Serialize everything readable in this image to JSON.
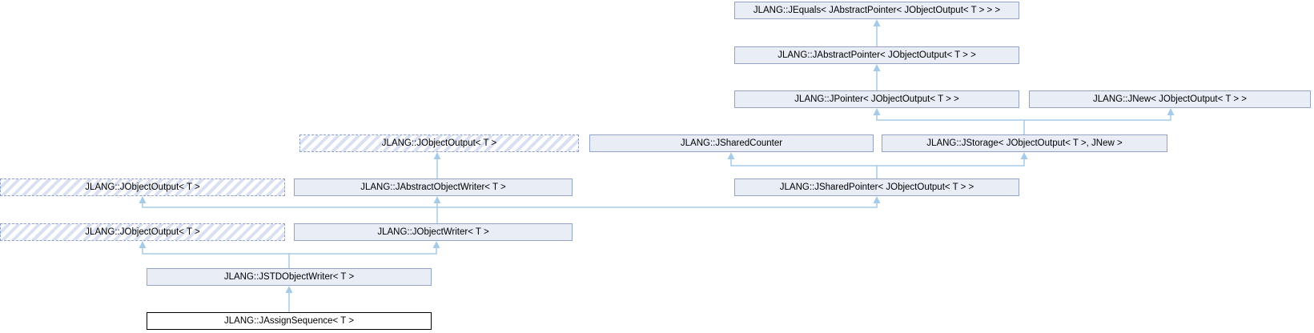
{
  "diagram": {
    "type": "class-inheritance-graph",
    "focus_class": "JLANG::JAssignSequence< T >",
    "colors": {
      "node_fill": "#e9edf6",
      "node_border": "#94a2c6",
      "hatch_stripe": "#d9e0f1",
      "hatched_border": "#8fa0c8",
      "focus_border": "#000000",
      "edge": "#a5cbe8",
      "background": "#ffffff"
    },
    "nodes": [
      {
        "label": "JLANG::JEquals< JAbstractPointer< JObjectOutput< T > > >",
        "variant": "solid"
      },
      {
        "label": "JLANG::JAbstractPointer< JObjectOutput< T > >",
        "variant": "solid"
      },
      {
        "label": "JLANG::JPointer< JObjectOutput< T > >",
        "variant": "solid"
      },
      {
        "label": "JLANG::JNew< JObjectOutput< T > >",
        "variant": "solid"
      },
      {
        "label": "JLANG::JObjectOutput< T >",
        "variant": "hatched"
      },
      {
        "label": "JLANG::JSharedCounter",
        "variant": "solid"
      },
      {
        "label": "JLANG::JStorage< JObjectOutput< T >, JNew >",
        "variant": "solid"
      },
      {
        "label": "JLANG::JObjectOutput< T >",
        "variant": "hatched"
      },
      {
        "label": "JLANG::JAbstractObjectWriter< T >",
        "variant": "solid"
      },
      {
        "label": "JLANG::JSharedPointer< JObjectOutput< T > >",
        "variant": "solid"
      },
      {
        "label": "JLANG::JObjectOutput< T >",
        "variant": "hatched"
      },
      {
        "label": "JLANG::JObjectWriter< T >",
        "variant": "solid"
      },
      {
        "label": "JLANG::JSTDObjectWriter< T >",
        "variant": "solid"
      },
      {
        "label": "JLANG::JAssignSequence< T >",
        "variant": "focus"
      }
    ],
    "edges": [
      {
        "derived": "JLANG::JAbstractPointer< JObjectOutput< T > >",
        "base": "JLANG::JEquals< JAbstractPointer< JObjectOutput< T > > >"
      },
      {
        "derived": "JLANG::JPointer< JObjectOutput< T > >",
        "base": "JLANG::JAbstractPointer< JObjectOutput< T > >"
      },
      {
        "derived": "JLANG::JStorage< JObjectOutput< T >, JNew >",
        "base": "JLANG::JPointer< JObjectOutput< T > >"
      },
      {
        "derived": "JLANG::JStorage< JObjectOutput< T >, JNew >",
        "base": "JLANG::JNew< JObjectOutput< T > >"
      },
      {
        "derived": "JLANG::JSharedPointer< JObjectOutput< T > >",
        "base": "JLANG::JSharedCounter"
      },
      {
        "derived": "JLANG::JSharedPointer< JObjectOutput< T > >",
        "base": "JLANG::JStorage< JObjectOutput< T >, JNew >"
      },
      {
        "derived": "JLANG::JAbstractObjectWriter< T >",
        "base": "JLANG::JObjectOutput< T >"
      },
      {
        "derived": "JLANG::JObjectWriter< T >",
        "base": "JLANG::JObjectOutput< T >"
      },
      {
        "derived": "JLANG::JObjectWriter< T >",
        "base": "JLANG::JAbstractObjectWriter< T >"
      },
      {
        "derived": "JLANG::JObjectWriter< T >",
        "base": "JLANG::JSharedPointer< JObjectOutput< T > >"
      },
      {
        "derived": "JLANG::JSTDObjectWriter< T >",
        "base": "JLANG::JObjectOutput< T >"
      },
      {
        "derived": "JLANG::JSTDObjectWriter< T >",
        "base": "JLANG::JObjectWriter< T >"
      },
      {
        "derived": "JLANG::JAssignSequence< T >",
        "base": "JLANG::JSTDObjectWriter< T >"
      }
    ]
  }
}
